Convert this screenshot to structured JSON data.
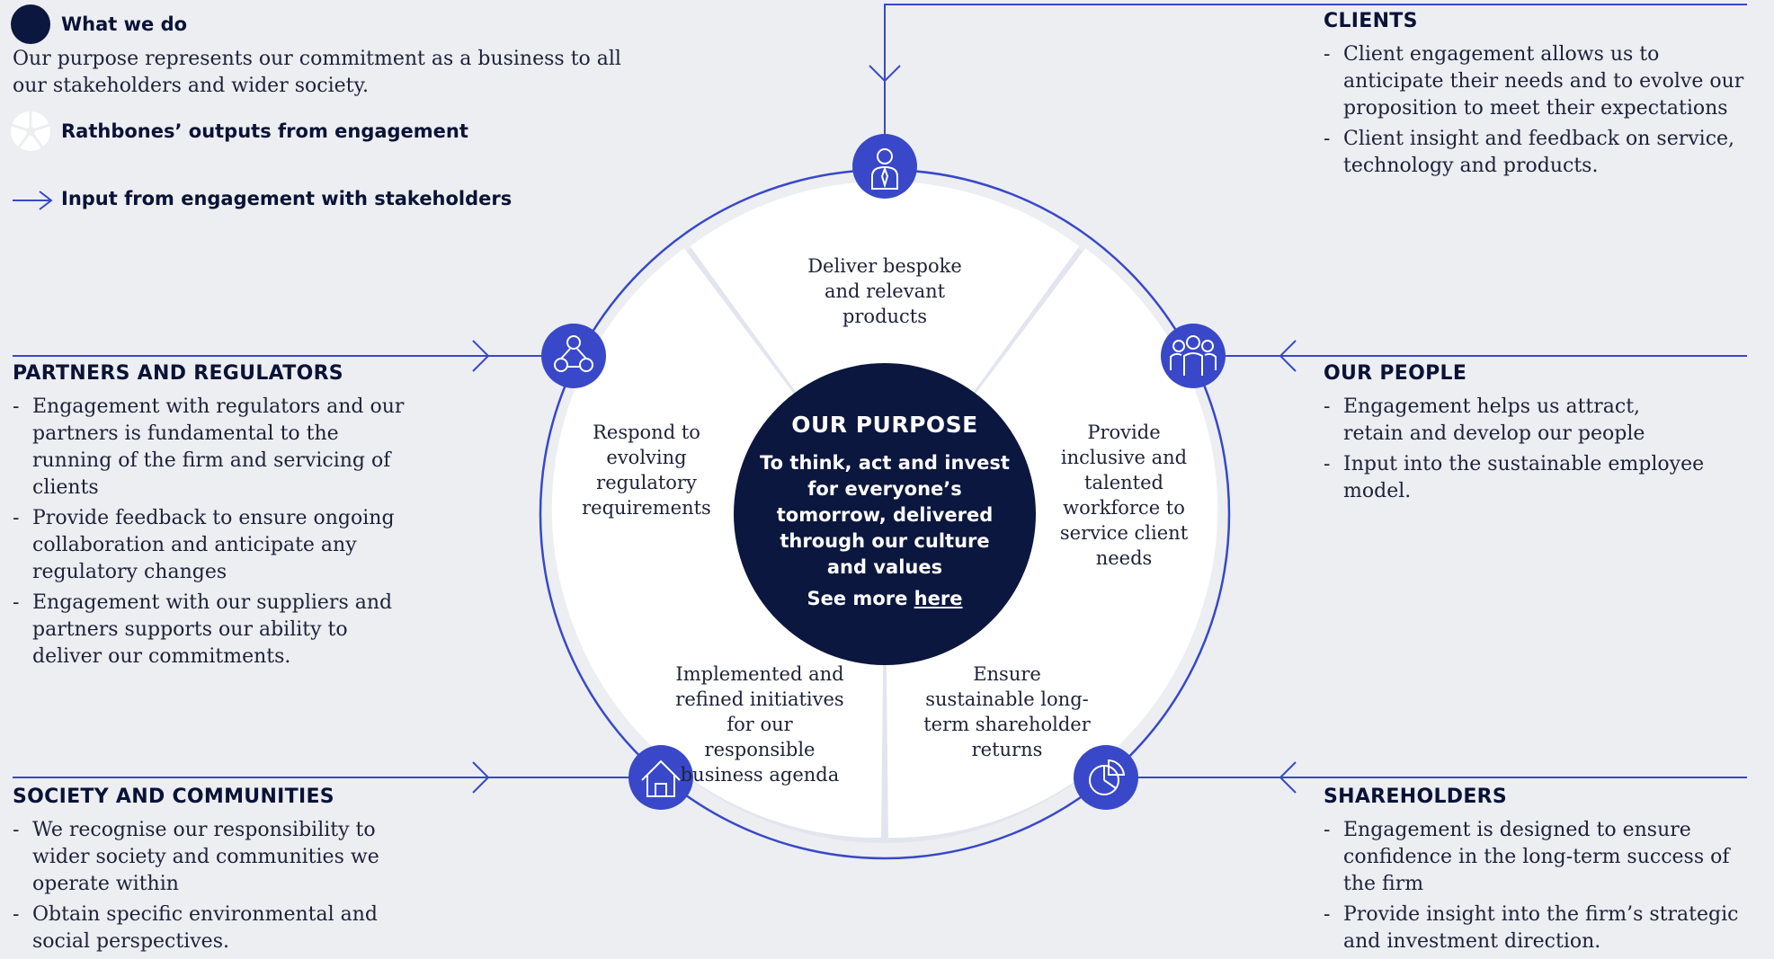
{
  "colors": {
    "background": "#eceef2",
    "navy": "#0c173f",
    "accent_blue": "#3848c8",
    "ring_light": "#e3e5ee",
    "segment_fill": "#ffffff"
  },
  "legend": {
    "what_we_do": "What we do",
    "what_we_do_text": "Our purpose represents our commitment as a business to all our stakeholders and wider society.",
    "outputs": "Rathbones’ outputs from engagement",
    "input": "Input from engagement with stakeholders"
  },
  "stakeholders": {
    "clients": {
      "title": "CLIENTS",
      "icon": "person-tie-icon",
      "bullets": [
        "Client engagement allows us to anticipate their needs and to evolve our proposition to meet their expectations",
        "Client insight and feedback on service, technology and products."
      ]
    },
    "partners": {
      "title": "PARTNERS AND REGULATORS",
      "icon": "network-icon",
      "bullets": [
        "Engagement with regulators and our partners is fundamental to the running of the firm and servicing of clients",
        "Provide feedback to ensure ongoing collaboration and anticipate any regulatory changes",
        "Engagement with our suppliers and partners supports our ability to deliver our commitments."
      ]
    },
    "people": {
      "title": "OUR PEOPLE",
      "icon": "people-group-icon",
      "bullets": [
        "Engagement helps us attract, retain and develop our people",
        "Input into the sustainable employee model."
      ]
    },
    "society": {
      "title": "SOCIETY AND COMMUNITIES",
      "icon": "house-icon",
      "bullets": [
        "We recognise our responsibility to wider society and communities we operate within",
        "Obtain specific environmental and social perspectives."
      ]
    },
    "shareholders": {
      "title": "SHAREHOLDERS",
      "icon": "pie-chart-icon",
      "bullets": [
        "Engagement is designed to ensure confidence in the long-term success of the firm",
        "Provide insight into the firm’s strategic and investment direction."
      ]
    }
  },
  "segments": {
    "top": "Deliver bespoke and relevant products",
    "right": "Provide inclusive and talented workforce to service client needs",
    "bottom_right": "Ensure sustainable long-term shareholder returns",
    "bottom_left": "Implemented and refined initiatives for our responsible business agenda",
    "left": "Respond to evolving regulatory requirements"
  },
  "purpose": {
    "title": "OUR PURPOSE",
    "text": "To think, act and invest for everyone’s tomorrow, delivered through our culture and values",
    "see_more": "See more",
    "link": "here"
  }
}
